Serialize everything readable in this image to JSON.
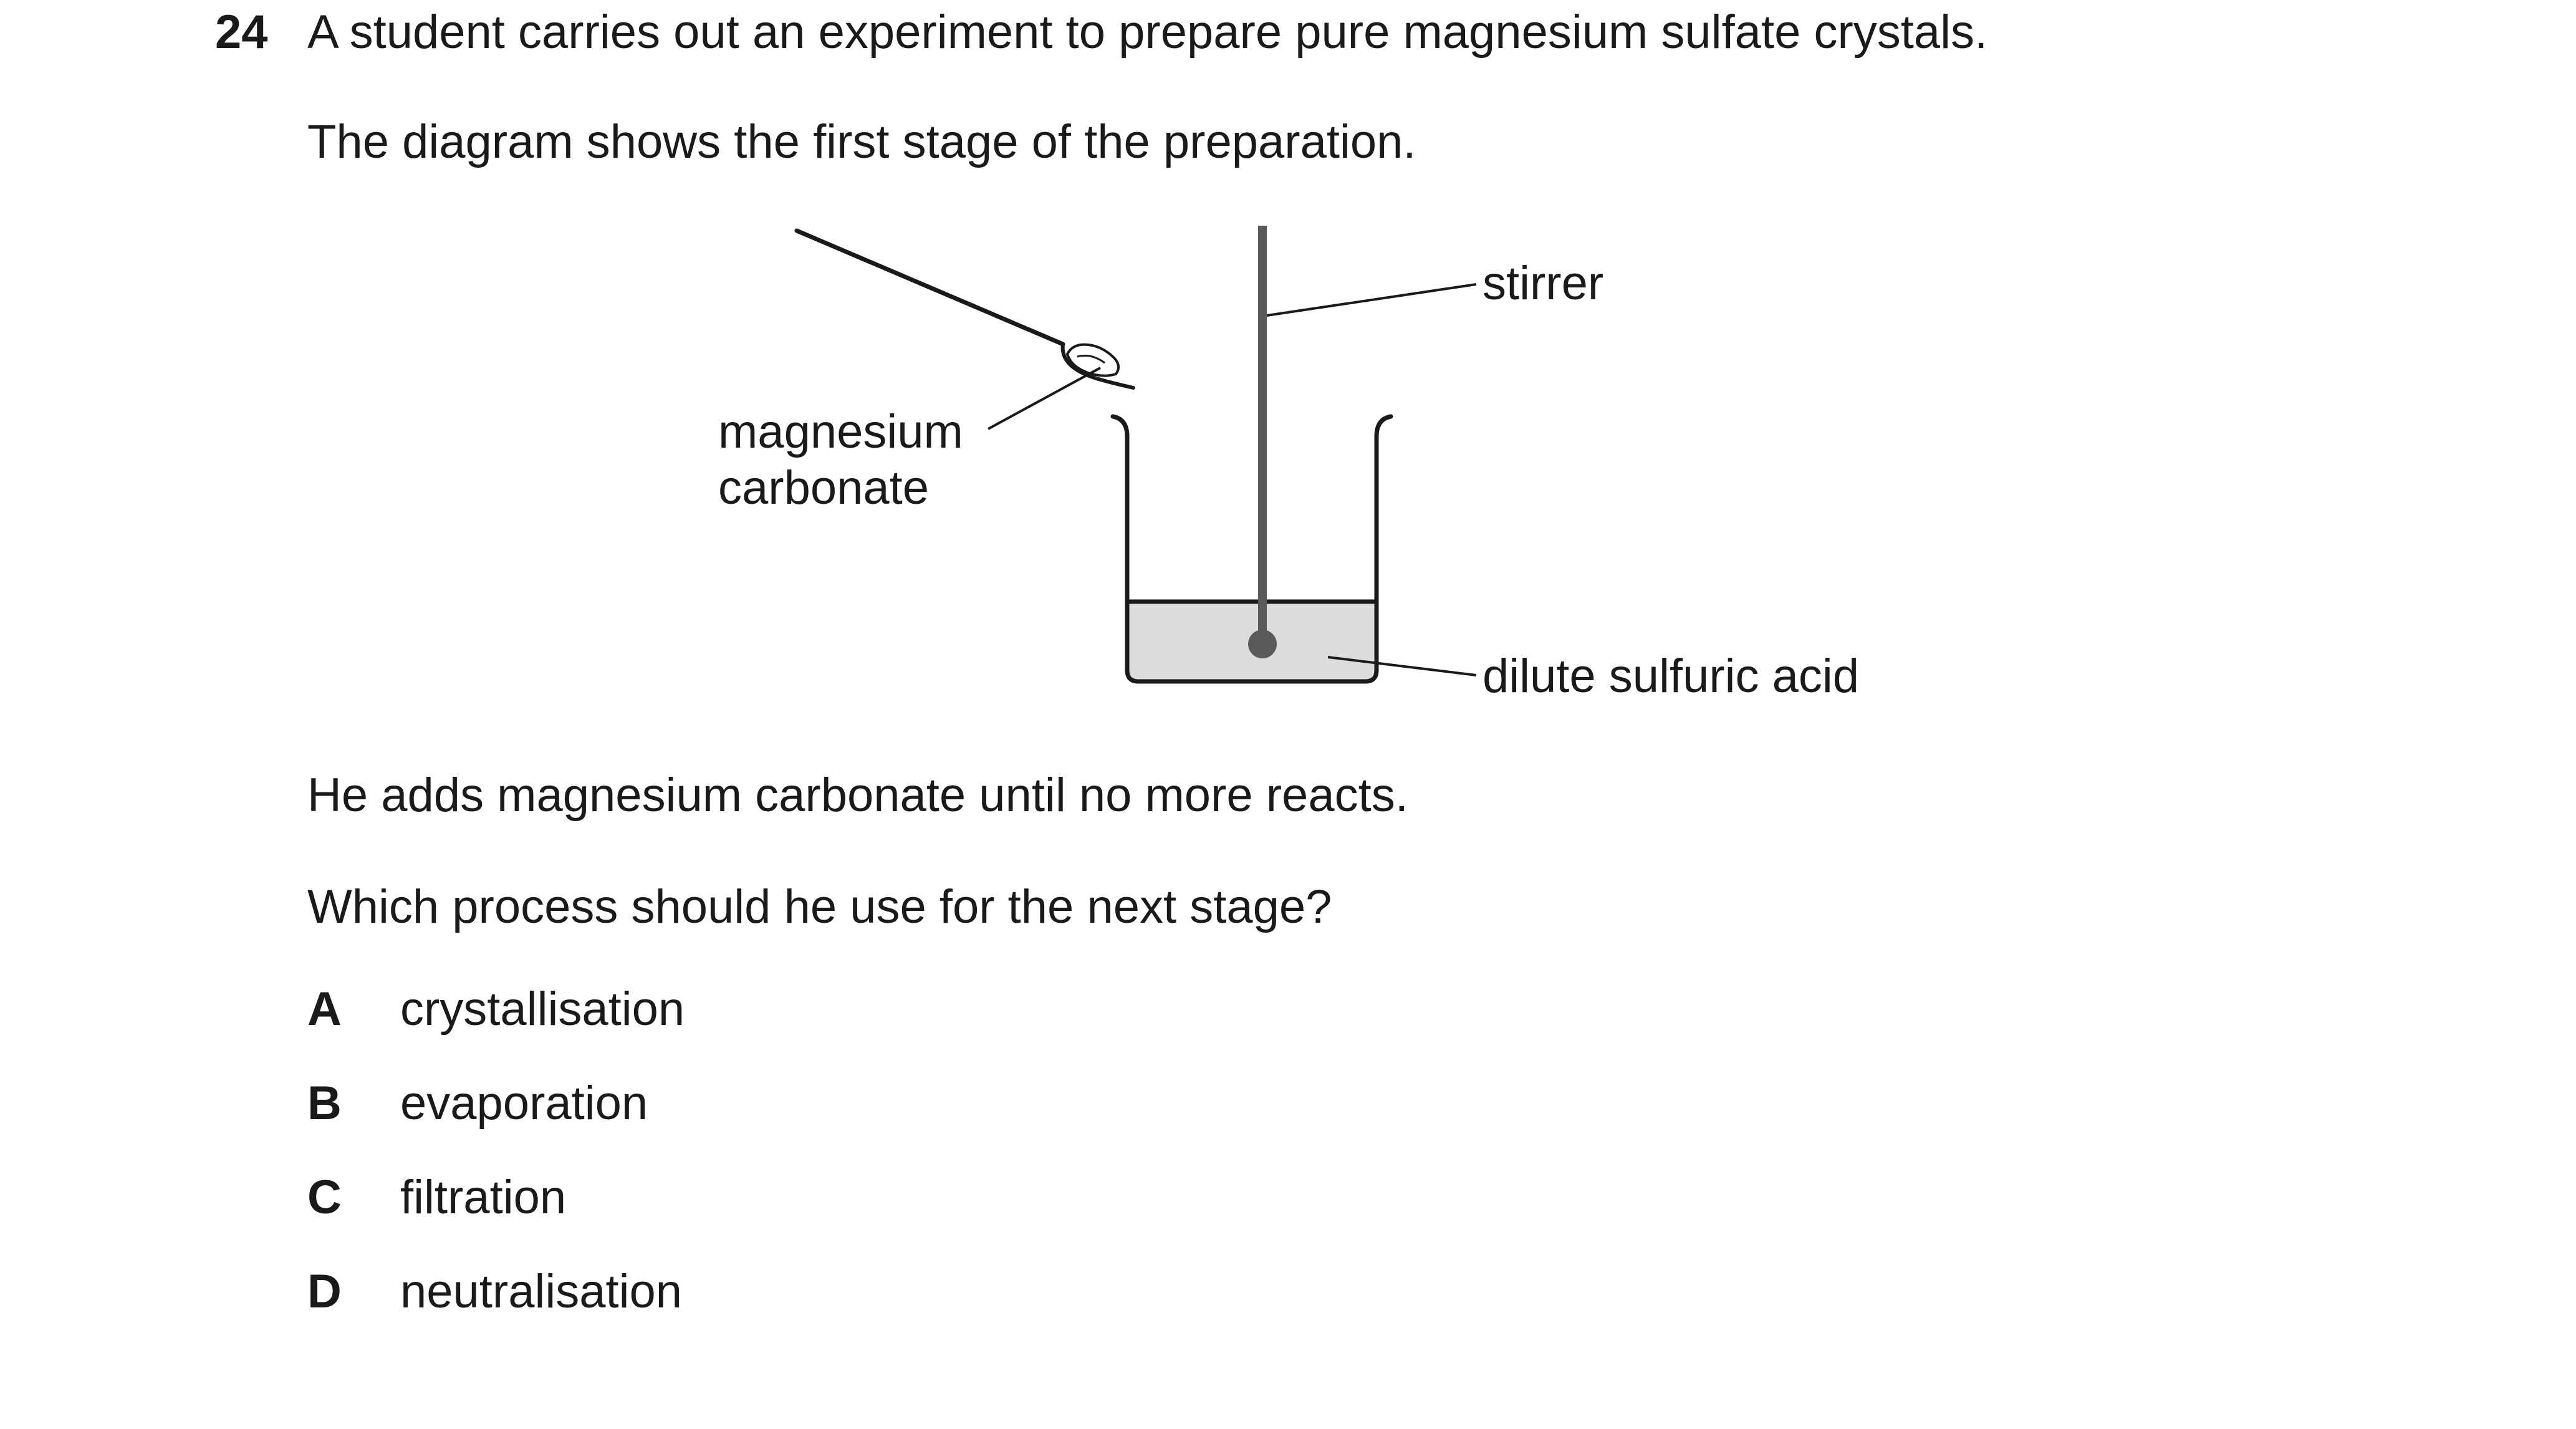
{
  "question": {
    "number": "24",
    "stem": "A student carries out an experiment to prepare pure magnesium sulfate crystals.",
    "intro": "The diagram shows the first stage of the preparation.",
    "line1": "He adds magnesium carbonate until no more reacts.",
    "line2": "Which process should he use for the next stage?"
  },
  "diagram": {
    "label_stirrer": "stirrer",
    "label_magnesium": "magnesium",
    "label_carbonate": "carbonate",
    "label_acid": "dilute sulfuric acid"
  },
  "options": [
    {
      "letter": "A",
      "text": "crystallisation"
    },
    {
      "letter": "B",
      "text": "evaporation"
    },
    {
      "letter": "C",
      "text": "filtration"
    },
    {
      "letter": "D",
      "text": "neutralisation"
    }
  ],
  "colors": {
    "text": "#1a1a1a",
    "stirrer": "#5a5a5a",
    "liquid": "#dcdcdc"
  }
}
